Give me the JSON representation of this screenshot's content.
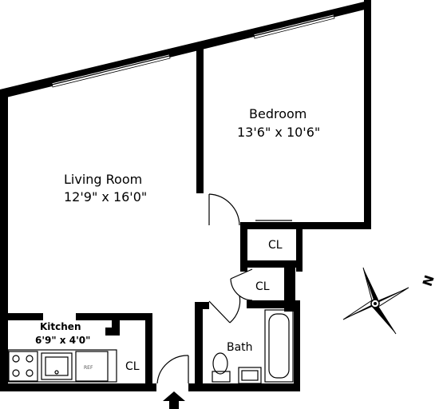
{
  "rooms": {
    "living": {
      "name": "Living Room",
      "dims": "12'9\" x 16'0\""
    },
    "bedroom": {
      "name": "Bedroom",
      "dims": "13'6\" x 10'6\""
    },
    "kitchen": {
      "name": "Kitchen",
      "dims": "6'9\" x 4'0\""
    },
    "bath": {
      "name": "Bath"
    }
  },
  "closets": {
    "cl1": "CL",
    "cl2": "CL",
    "cl3": "CL"
  },
  "compass": {
    "label": "N"
  },
  "fridge_label": "REF"
}
